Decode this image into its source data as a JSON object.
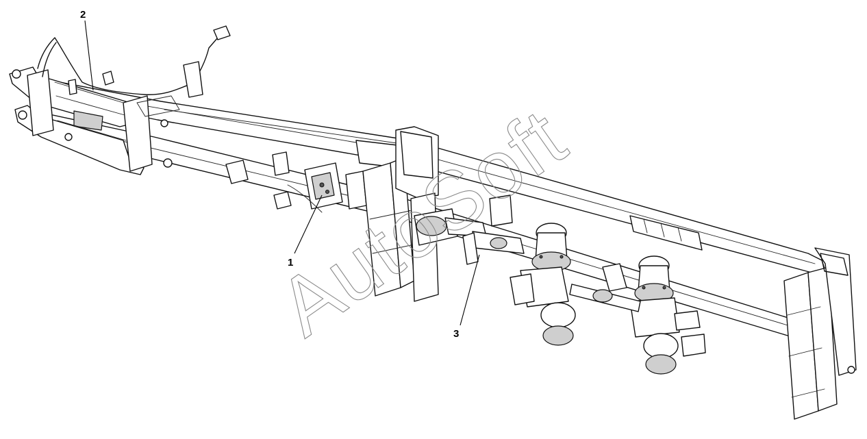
{
  "watermark": "AutoSoft",
  "callouts": [
    {
      "label": "1"
    },
    {
      "label": "2"
    },
    {
      "label": "3"
    }
  ]
}
